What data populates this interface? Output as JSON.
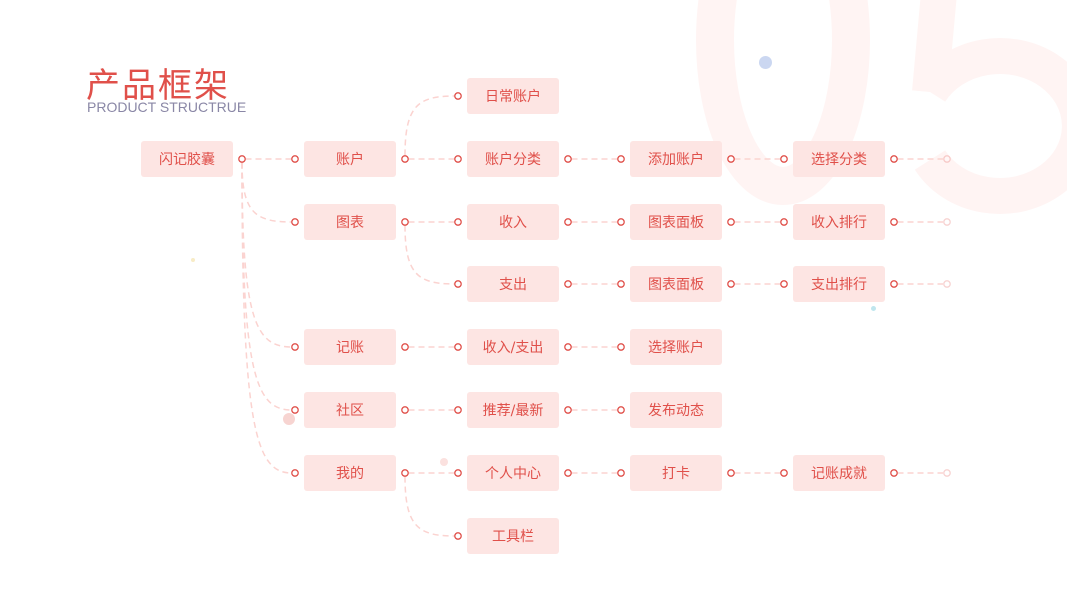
{
  "header": {
    "title": "产品框架",
    "subtitle": "PRODUCT STRUCTRUE"
  },
  "watermark": "05",
  "colors": {
    "accent": "#e0504a",
    "node_bg": "#fde5e3",
    "wire": "#fbd3d0"
  },
  "nodes": [
    {
      "id": "root",
      "label": "闪记胶囊"
    },
    {
      "id": "account",
      "label": "账户"
    },
    {
      "id": "chart",
      "label": "图表"
    },
    {
      "id": "bookkeeping",
      "label": "记账"
    },
    {
      "id": "community",
      "label": "社区"
    },
    {
      "id": "mine",
      "label": "我的"
    },
    {
      "id": "daily_account",
      "label": "日常账户"
    },
    {
      "id": "account_category",
      "label": "账户分类"
    },
    {
      "id": "income",
      "label": "收入"
    },
    {
      "id": "expense",
      "label": "支出"
    },
    {
      "id": "income_expense",
      "label": "收入/支出"
    },
    {
      "id": "recommend_latest",
      "label": "推荐/最新"
    },
    {
      "id": "personal_center",
      "label": "个人中心"
    },
    {
      "id": "toolbar",
      "label": "工具栏"
    },
    {
      "id": "add_account",
      "label": "添加账户"
    },
    {
      "id": "chart_panel_1",
      "label": "图表面板"
    },
    {
      "id": "chart_panel_2",
      "label": "图表面板"
    },
    {
      "id": "select_account",
      "label": "选择账户"
    },
    {
      "id": "post_update",
      "label": "发布动态"
    },
    {
      "id": "check_in",
      "label": "打卡"
    },
    {
      "id": "select_category",
      "label": "选择分类"
    },
    {
      "id": "income_ranking",
      "label": "收入排行"
    },
    {
      "id": "expense_ranking",
      "label": "支出排行"
    },
    {
      "id": "bookkeeping_achievement",
      "label": "记账成就"
    }
  ],
  "edges": [
    [
      "root",
      "account"
    ],
    [
      "root",
      "chart"
    ],
    [
      "root",
      "bookkeeping"
    ],
    [
      "root",
      "community"
    ],
    [
      "root",
      "mine"
    ],
    [
      "account",
      "daily_account"
    ],
    [
      "account",
      "account_category"
    ],
    [
      "chart",
      "income"
    ],
    [
      "chart",
      "expense"
    ],
    [
      "bookkeeping",
      "income_expense"
    ],
    [
      "community",
      "recommend_latest"
    ],
    [
      "mine",
      "personal_center"
    ],
    [
      "mine",
      "toolbar"
    ],
    [
      "account_category",
      "add_account"
    ],
    [
      "income",
      "chart_panel_1"
    ],
    [
      "expense",
      "chart_panel_2"
    ],
    [
      "income_expense",
      "select_account"
    ],
    [
      "recommend_latest",
      "post_update"
    ],
    [
      "personal_center",
      "check_in"
    ],
    [
      "add_account",
      "select_category"
    ],
    [
      "chart_panel_1",
      "income_ranking"
    ],
    [
      "chart_panel_2",
      "expense_ranking"
    ],
    [
      "check_in",
      "bookkeeping_achievement"
    ]
  ],
  "continues": [
    "select_category",
    "income_ranking",
    "expense_ranking",
    "bookkeeping_achievement"
  ]
}
